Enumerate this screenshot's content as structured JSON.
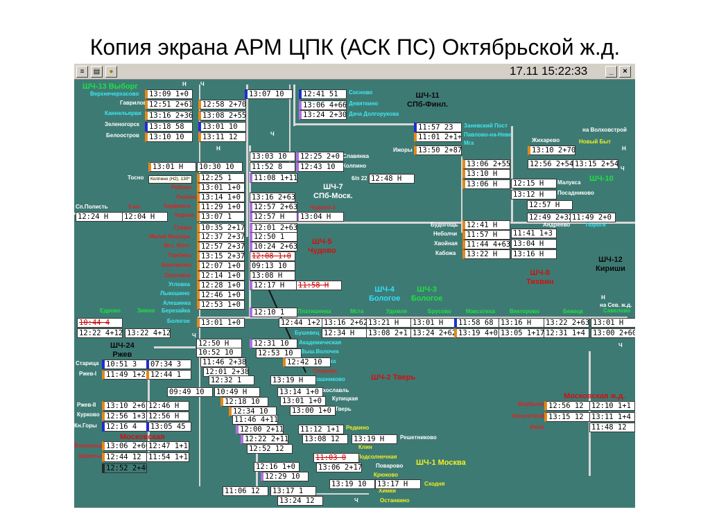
{
  "slide_title": "Копия экрана АРМ ЦПК (АСК ПС) Октябрьской ж.д.",
  "toolbar": {
    "clock": "17.11 15:22:33",
    "minimize": "_",
    "close": "×"
  },
  "depots": {
    "shch13": "ШЧ-13 Выборг",
    "shch11": "ШЧ-11\nСПб-Финл.",
    "shch7": "ШЧ-7\nСПб-Моск.",
    "shch5": "ШЧ-5\nЧудово",
    "shch10": "ШЧ-10",
    "shch8": "ШЧ-8\nТихвин",
    "shch12": "ШЧ-12\nКириши",
    "shch4": "ШЧ-4\nБологое",
    "shch3": "ШЧ-3\nБологое",
    "shch24": "ШЧ-24\nРжев",
    "shch2": "ШЧ-2 Тверь",
    "shch1": "ШЧ-1 Москва",
    "moskovskaya1": "Московская",
    "moskovskaya2": "Московская ж.д."
  },
  "popup": "Колпино (Н2), 130*",
  "markers": [
    "Н",
    "Ч",
    "Н",
    "Ч",
    "Н",
    "Ч",
    "Н",
    "Ч",
    "Ч",
    "Ч"
  ],
  "stations": [
    "Верхнечерхасово",
    "Гаврилово",
    "Каннельярви",
    "Зеленогорск",
    "Белоостров",
    "Сосново",
    "Девяткино",
    "Дача Долгорукова",
    "Заневский Пост",
    "Павлово-на-Неве",
    "Мга",
    "Жихарево",
    "на Волховстрой",
    "Новый Быт",
    "Ижоры",
    "Славянка",
    "Колпино",
    "Тосно",
    "6/п 22 км",
    "Малукса",
    "Посадниково",
    "Любань",
    "Торфяное",
    "Рябово",
    "Сп.Полисть",
    "9 км",
    "Чудово",
    "Чудово-3",
    "Андреево",
    "Пороги",
    "Будогощь",
    "Неболчи",
    "Хвойная",
    "Кабожа",
    "Гряды",
    "Малая Вишера",
    "Мст. Мост",
    "Торбино",
    "Боровенка",
    "Окуловка",
    "Угловка",
    "Лыкошино",
    "Алешинка",
    "Березайка",
    "Едрово",
    "Зимно",
    "Бологое",
    "Платишенка",
    "Мста",
    "Удомля",
    "Брусово",
    "Максатиха",
    "Викторово",
    "Бежецк",
    "Савелово",
    "на Сев. ж.д.",
    "Бушевец",
    "Академическая",
    "Выш.Волочек",
    "Осеченка",
    "Спирово",
    "Калашниково",
    "Лихославль",
    "Купицкая",
    "Тверь",
    "Старица",
    "Ржев-I",
    "Ржев-II",
    "Курково",
    "Кн.Горы",
    "Волоколамск",
    "Шеметьево",
    "Редкино",
    "Решетниково",
    "Клин",
    "Подсолнечная",
    "Поварово",
    "Крюково",
    "Сходня",
    "Химки",
    "Останкино",
    "Вербилки",
    "Каналстрой",
    "Икша",
    "Москва"
  ],
  "trains": [
    "13:09 1+0",
    "12:51 2+61",
    "13:16 2+36",
    "13:18  58",
    "13:10  10",
    "12:58 2+70",
    "13:08 2+55",
    "13:01  10",
    "13:11  12",
    "13:07  10",
    "12:41  51",
    "13:06 4+66",
    "13:24 2+30",
    "11:57  23",
    "11:01 2+1+1",
    "13:50 2+87",
    "13:10 2+70",
    "13:03  10",
    "12:25 2+0",
    "11:52  8",
    "12:43  10",
    "13:01 Н",
    "10:30  10",
    "12:25  1",
    "11:08 1+11",
    "12:48 Н",
    "13:06 2+55",
    "13:10 Н",
    "13:06 Н",
    "12:15 Н",
    "13:12 Н",
    "12:56 2+54",
    "13:15 2+54",
    "13:01 1+0",
    "13:14 1+0",
    "11:29 1+0",
    "13:07  1",
    "13:16 2+63",
    "12:57 2+63",
    "12:57 Н",
    "13:04 Н",
    "12:24 Н",
    "12:04 Н",
    "12:57 Н",
    "12:49 2+32",
    "11:49 2+0",
    "10:35 2+17",
    "12:37 2+37",
    "12:57 2+37",
    "13:15 2+37",
    "12:07 1+0",
    "12:14 1+0",
    "12:28 1+0",
    "12:46 1+0",
    "12:53 1+0",
    "12:01 2+63",
    "12:50  1",
    "10:24 2+63",
    "12:08 1+0",
    "09:13  10",
    "13:08 Н",
    "12:17 Н",
    "11:58 Н",
    "12:41 Н",
    "11:57 Н",
    "11:44 4+63",
    "13:22 Н",
    "11:41 1+3",
    "13:04 Н",
    "13:16 Н",
    "12:10  1",
    "12:44 1+2",
    "13:16 2+62",
    "13:21 Н",
    "13:01 Н",
    "11:58  68",
    "13:16 Н",
    "13:22 2+63",
    "13:01 Н",
    "10:44  4",
    "12:22 4+124",
    "13:22 4+124",
    "13:01 1+0",
    "12:34 Н",
    "13:08 2+1",
    "13:24 2+62",
    "13:19 4+0",
    "13:05 1+17",
    "12:31 1+4",
    "13:00 2+60",
    "12:50 Н",
    "10:52  10",
    "12:31  10",
    "12:53  10",
    "10:51  3",
    "07:34  3",
    "11:49 1+2",
    "12:44  1",
    "11:46 2+38",
    "12:01 2+38",
    "12:32  1",
    "12:42  10",
    "13:19 Н",
    "09:49  10",
    "10:49 Н",
    "13:14 1+0",
    "12:18  10",
    "13:01 1+0",
    "12:34  10",
    "13:00 1+0",
    "13:10 2+61",
    "12:46 Н",
    "12:56 1+3",
    "12:56 Н",
    "12:16  4",
    "13:05  45",
    "11:46 4+11",
    "12:00 2+11",
    "11:12 1+1",
    "12:22 2+11",
    "13:08  12",
    "13:19 Н",
    "13:06 2+60",
    "12:47 1+1",
    "12:44  12",
    "11:54 1+1",
    "12:52 2+40",
    "12:52  12",
    "11:03  0",
    "12:16 1+0",
    "13:06 2+17",
    "12:29  10",
    "13:19  10",
    "13:17 Н",
    "11:06  12",
    "13:17  1",
    "13:24  12",
    "12:56  12",
    "12:10 1+1",
    "13:15  12",
    "13:11 1+4",
    "11:48  12"
  ],
  "colors": {
    "background": "#3e7a74",
    "line": "#d8d8d8",
    "depot_red": "#d01010",
    "station_red": "#e02020",
    "station_cyan": "#40e8f0",
    "station_green": "#20e040",
    "station_yellow": "#f0f020"
  },
  "icons": [
    "menu-icon",
    "print-icon",
    "lightbulb-icon"
  ]
}
